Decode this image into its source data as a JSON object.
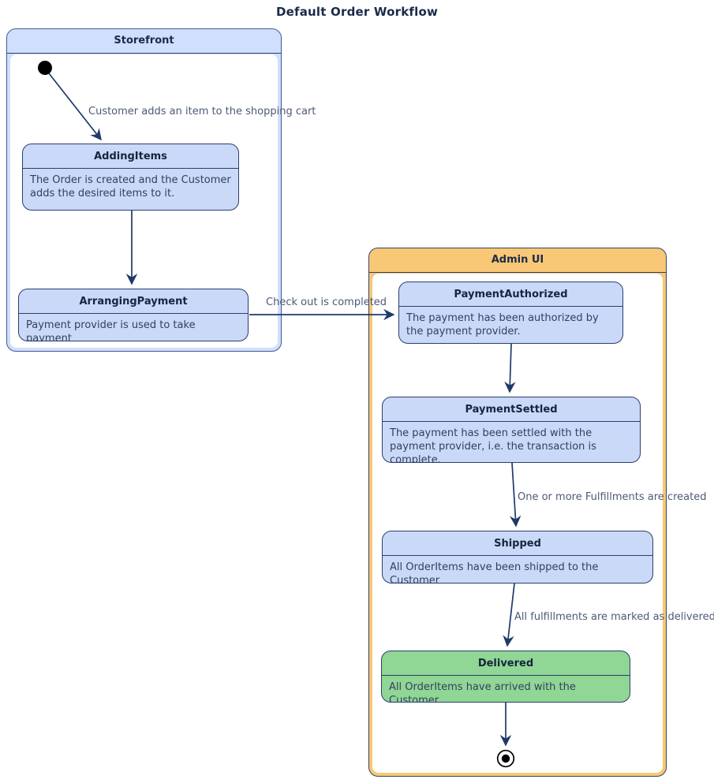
{
  "title": "Default Order Workflow",
  "containers": [
    {
      "id": "storefront",
      "label": "Storefront"
    },
    {
      "id": "admin-ui",
      "label": "Admin UI"
    }
  ],
  "states": [
    {
      "id": "adding-items",
      "name": "AddingItems",
      "container": "Storefront",
      "description": "The Order is created and the Customer adds the desired items to it."
    },
    {
      "id": "arranging-payment",
      "name": "ArrangingPayment",
      "container": "Storefront",
      "description": "Payment provider is used to take payment"
    },
    {
      "id": "payment-authorized",
      "name": "PaymentAuthorized",
      "container": "Admin UI",
      "description": "The payment has been authorized by the payment provider."
    },
    {
      "id": "payment-settled",
      "name": "PaymentSettled",
      "container": "Admin UI",
      "description": "The payment has been settled with the payment provider, i.e. the transaction is complete."
    },
    {
      "id": "shipped",
      "name": "Shipped",
      "container": "Admin UI",
      "description": "All OrderItems have been shipped to the Customer"
    },
    {
      "id": "delivered",
      "name": "Delivered",
      "container": "Admin UI",
      "description": "All OrderItems have arrived with the Customer",
      "highlight": "green"
    }
  ],
  "pseudostates": [
    {
      "id": "initial-state",
      "type": "initial",
      "container": "Storefront"
    },
    {
      "id": "final-state",
      "type": "final",
      "container": "Admin UI"
    }
  ],
  "transitions": [
    {
      "from": "initial",
      "to": "AddingItems",
      "label": "Customer adds an item to the shopping cart"
    },
    {
      "from": "AddingItems",
      "to": "ArrangingPayment",
      "label": ""
    },
    {
      "from": "ArrangingPayment",
      "to": "PaymentAuthorized",
      "label": "Check out is completed"
    },
    {
      "from": "PaymentAuthorized",
      "to": "PaymentSettled",
      "label": ""
    },
    {
      "from": "PaymentSettled",
      "to": "Shipped",
      "label": "One or more Fulfillments are created"
    },
    {
      "from": "Shipped",
      "to": "Delivered",
      "label": "All fulfillments are marked as delivered"
    },
    {
      "from": "Delivered",
      "to": "final",
      "label": ""
    }
  ],
  "colors": {
    "state_fill": "#c9d9f7",
    "state_border": "#2c3e6e",
    "storefront_header_fill": "#cfdffc",
    "admin_header_fill": "#f8c877",
    "delivered_fill": "#90d694",
    "arrow": "#1f3a68",
    "label_text": "#4d5976",
    "title_text": "#1b2a4a"
  }
}
